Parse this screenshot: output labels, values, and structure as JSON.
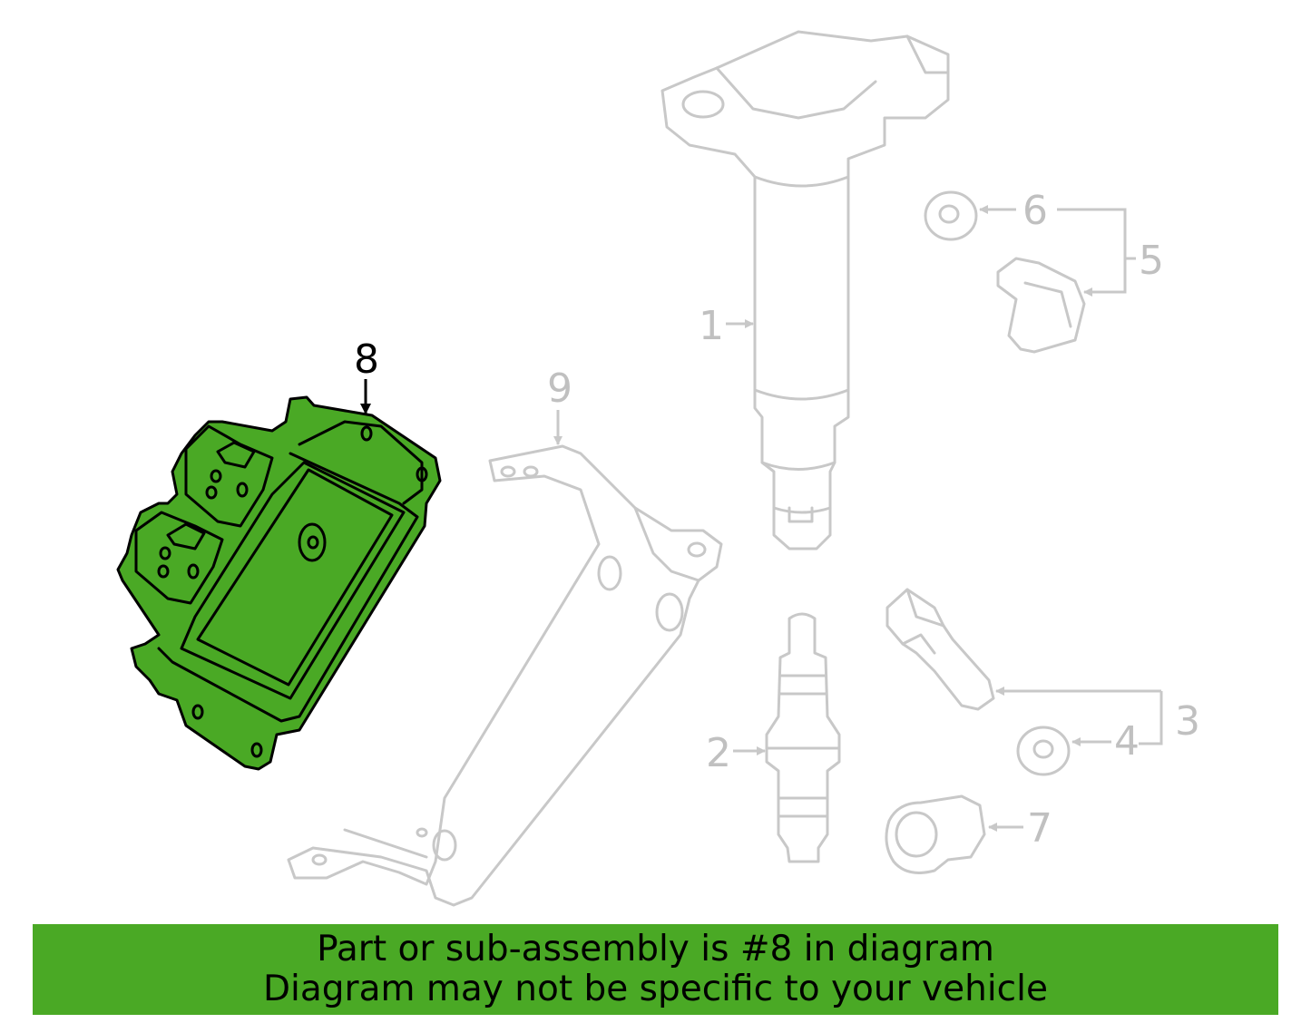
{
  "colors": {
    "highlight": "#4aa925",
    "part_outline": "#c8c8c8",
    "callout_text": "#c0c0c0",
    "highlight_outline": "#000000"
  },
  "callouts": {
    "c1": "1",
    "c2": "2",
    "c3": "3",
    "c4": "4",
    "c5": "5",
    "c6": "6",
    "c7": "7",
    "c8": "8",
    "c9": "9"
  },
  "highlighted_part": "8",
  "banner": {
    "line1": "Part or sub-assembly is #8 in diagram",
    "line2": "Diagram may not be specific to your vehicle"
  }
}
